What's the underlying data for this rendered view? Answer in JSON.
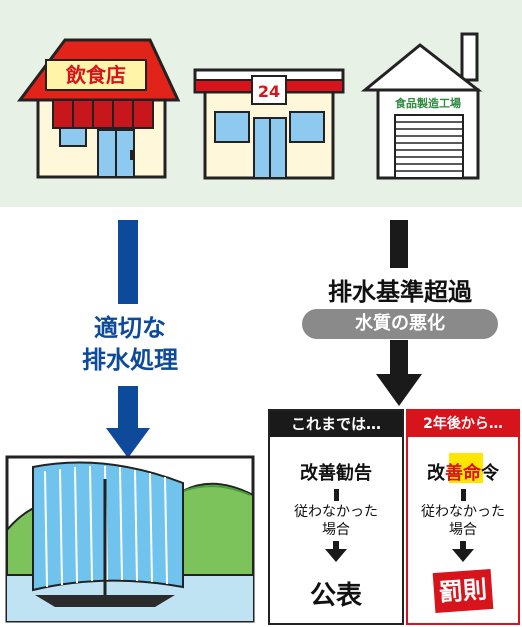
{
  "colors": {
    "top_panel_bg": "#e8f1e6",
    "blue_arrow": "#0d4a9a",
    "dark_arrow": "#1a1a1a",
    "red": "#d7141c",
    "gray_pill": "#8a8a8a",
    "yellow_highlight": "#ffe600"
  },
  "buildings": {
    "restaurant_sign": "飲食店",
    "convenience_sign": "24",
    "factory_sign": "食品製造工場"
  },
  "left_flow": {
    "label_line1": "適切な",
    "label_line2": "排水処理"
  },
  "right_flow": {
    "exceed_label": "排水基準超過",
    "quality_label": "水質の悪化"
  },
  "box_before": {
    "header": "これまでは…",
    "step1": "改善勧告",
    "condition_line1": "従わなかった",
    "condition_line2": "場合",
    "result": "公表"
  },
  "box_after": {
    "header": "2年後から…",
    "step1_part1": "改",
    "step1_highlight": "善命",
    "step1_part2": "令",
    "condition_line1": "従わなかった",
    "condition_line2": "場合",
    "result": "罰則"
  },
  "icons": {
    "restaurant": "restaurant-building-icon",
    "store": "convenience-store-icon",
    "factory": "factory-icon",
    "landscape": "river-waterfall-boat-icon"
  }
}
